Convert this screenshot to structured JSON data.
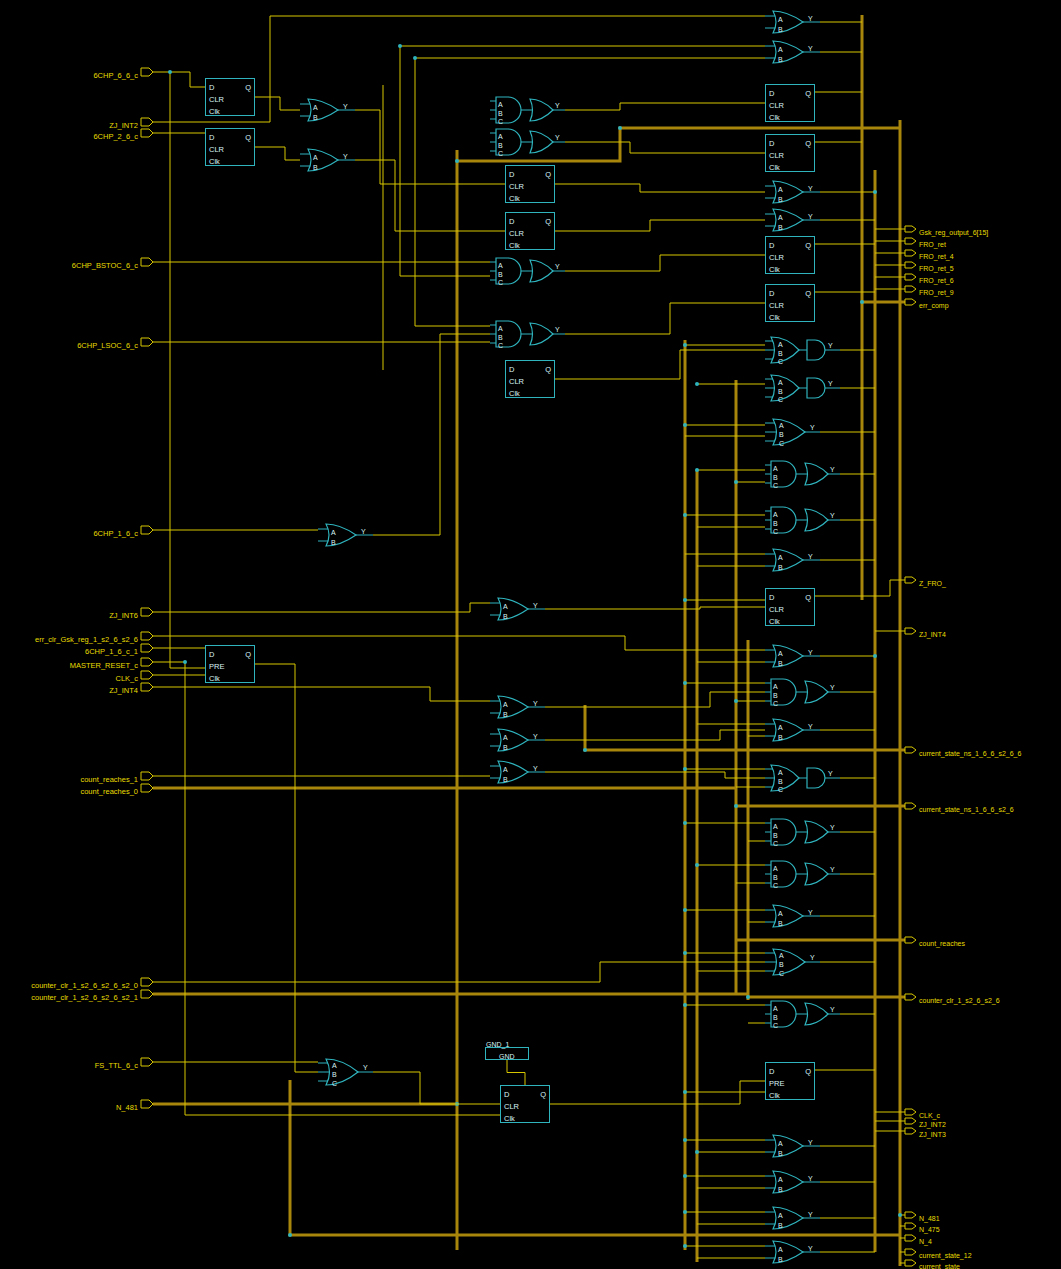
{
  "diagram": {
    "nodes": [
      {
        "text": [
          "D",
          "Q",
          "CLR",
          "Clk"
        ]
      },
      {
        "text": [
          "D",
          "Q",
          "CLR",
          "Clk"
        ]
      },
      {
        "text": [
          "A",
          "B",
          "Y"
        ]
      },
      {
        "text": [
          "A",
          "B",
          "Y"
        ]
      },
      {
        "text": [
          "A",
          "B",
          "C",
          "Y"
        ]
      },
      {
        "text": [
          "A",
          "B",
          "C",
          "Y"
        ]
      },
      {
        "text": [
          "D",
          "Q",
          "CLR",
          "Clk"
        ]
      },
      {
        "text": [
          "D",
          "Q",
          "CLR",
          "Clk"
        ]
      },
      {
        "text": [
          "A",
          "B",
          "C",
          "Y"
        ]
      },
      {
        "text": [
          "A",
          "B",
          "C",
          "Y"
        ]
      },
      {
        "text": [
          "D",
          "Q",
          "CLR",
          "Clk"
        ]
      },
      {
        "text": [
          "A",
          "B",
          "Y"
        ]
      },
      {
        "text": [
          "A",
          "B",
          "Y"
        ]
      },
      {
        "text": [
          "D",
          "Q",
          "PRE",
          "Clk"
        ]
      },
      {
        "text": [
          "A",
          "B",
          "Y"
        ]
      },
      {
        "text": [
          "A",
          "B",
          "Y"
        ]
      },
      {
        "text": [
          "A",
          "B",
          "Y"
        ]
      },
      {
        "text": [
          "GND_1",
          "GND"
        ]
      },
      {
        "text": [
          "A",
          "B",
          "C",
          "Y"
        ]
      },
      {
        "text": [
          "D",
          "Q",
          "CLR",
          "Clk"
        ]
      },
      {
        "text": [
          "A",
          "B",
          "Y"
        ]
      },
      {
        "text": [
          "A",
          "B",
          "Y"
        ]
      },
      {
        "text": [
          "D",
          "Q",
          "CLR",
          "Clk"
        ]
      },
      {
        "text": [
          "D",
          "Q",
          "CLR",
          "Clk"
        ]
      },
      {
        "text": [
          "A",
          "B",
          "Y"
        ]
      },
      {
        "text": [
          "A",
          "B",
          "Y"
        ]
      },
      {
        "text": [
          "D",
          "Q",
          "CLR",
          "Clk"
        ]
      },
      {
        "text": [
          "D",
          "Q",
          "CLR",
          "Clk"
        ]
      },
      {
        "text": [
          "A",
          "B",
          "C",
          "Y"
        ]
      },
      {
        "text": [
          "A",
          "B",
          "C",
          "Y"
        ]
      },
      {
        "text": [
          "A",
          "B",
          "C",
          "Y"
        ]
      },
      {
        "text": [
          "A",
          "B",
          "C",
          "Y"
        ]
      },
      {
        "text": [
          "A",
          "B",
          "C",
          "Y"
        ]
      },
      {
        "text": [
          "A",
          "B",
          "Y"
        ]
      },
      {
        "text": [
          "D",
          "Q",
          "CLR",
          "Clk"
        ]
      },
      {
        "text": [
          "A",
          "B",
          "Y"
        ]
      },
      {
        "text": [
          "A",
          "B",
          "C",
          "Y"
        ]
      },
      {
        "text": [
          "A",
          "B",
          "Y"
        ]
      },
      {
        "text": [
          "A",
          "B",
          "C",
          "Y"
        ]
      },
      {
        "text": [
          "A",
          "B",
          "C",
          "Y"
        ]
      },
      {
        "text": [
          "A",
          "B",
          "C",
          "Y"
        ]
      },
      {
        "text": [
          "A",
          "B",
          "Y"
        ]
      },
      {
        "text": [
          "A",
          "B",
          "C",
          "Y"
        ]
      },
      {
        "text": [
          "A",
          "B",
          "C",
          "Y"
        ]
      },
      {
        "text": [
          "D",
          "Q",
          "PRE",
          "Clk"
        ]
      },
      {
        "text": [
          "A",
          "B",
          "Y"
        ]
      },
      {
        "text": [
          "A",
          "B",
          "Y"
        ]
      },
      {
        "text": [
          "A",
          "B",
          "Y"
        ]
      },
      {
        "text": [
          "A",
          "B",
          "Y"
        ]
      }
    ],
    "edges": [
      {
        "from": 0,
        "to": 2,
        "arrow": "none"
      },
      {
        "from": 1,
        "to": 3,
        "arrow": "none"
      },
      {
        "from": 2,
        "to": 6,
        "arrow": "none"
      },
      {
        "from": 3,
        "to": 7,
        "arrow": "none"
      },
      {
        "from": 4,
        "to": 22,
        "arrow": "none"
      },
      {
        "from": 5,
        "to": 23,
        "arrow": "none"
      },
      {
        "from": 6,
        "to": 24,
        "arrow": "none"
      },
      {
        "from": 7,
        "to": 25,
        "arrow": "none"
      },
      {
        "from": 8,
        "to": 26,
        "arrow": "none"
      },
      {
        "from": 9,
        "to": 27,
        "arrow": "none"
      },
      {
        "from": 10,
        "to": 28,
        "arrow": "none"
      },
      {
        "from": 11,
        "to": 9,
        "arrow": "none"
      },
      {
        "from": 12,
        "to": 34,
        "arrow": "none"
      },
      {
        "from": 14,
        "to": 36,
        "arrow": "none"
      },
      {
        "from": 15,
        "to": 37,
        "arrow": "none"
      },
      {
        "from": 16,
        "to": 38,
        "arrow": "none"
      },
      {
        "from": 18,
        "to": 19,
        "arrow": "none"
      },
      {
        "from": 17,
        "to": 19,
        "arrow": "none"
      },
      {
        "from": 19,
        "to": 44,
        "arrow": "none"
      },
      {
        "from": 13,
        "to": 18,
        "arrow": "none"
      }
    ],
    "labels": [
      "6CHP_6_6_c",
      "ZJ_INT2",
      "6CHP_2_6_c",
      "6CHP_BSTOC_6_c",
      "6CHP_LSOC_6_c",
      "6CHP_1_6_c",
      "ZJ_INT6",
      "err_clr_Gsk_reg_1_s2_6_s2_6",
      "6CHP_1_6_c_1",
      "MASTER_RESET_c",
      "CLK_c",
      "ZJ_INT4",
      "count_reaches_1",
      "count_reaches_0",
      "counter_clr_1_s2_6_s2_6_s2_0",
      "counter_clr_1_s2_6_s2_6_s2_1",
      "FS_TTL_6_c",
      "N_481",
      "Gsk_reg_output_6[15]",
      "FRO_ret",
      "FRO_ret_4",
      "FRO_ret_5",
      "FRO_ret_6",
      "FRO_ret_9",
      "err_comp",
      "Z_FRO_",
      "ZJ_INT4",
      "current_state_ns_1_6_6_s2_6_6",
      "current_state_ns_1_6_6_s2_6",
      "count_reaches",
      "counter_clr_1_s2_6_s2_6",
      "CLK_c",
      "ZJ_INT2",
      "ZJ_INT3",
      "N_481",
      "N_475",
      "N_4",
      "current_state_12",
      "current_state"
    ]
  }
}
